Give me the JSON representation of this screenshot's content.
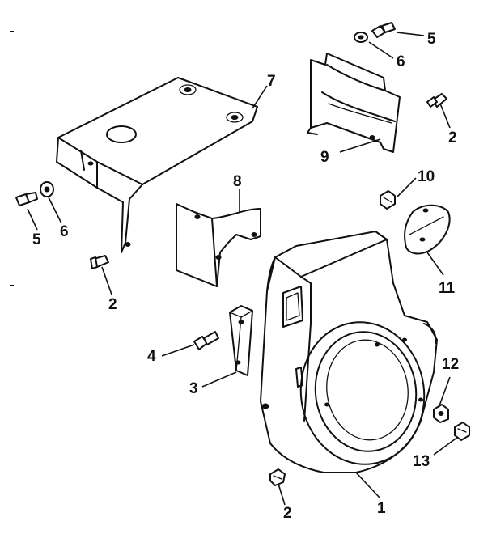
{
  "callouts": {
    "c1": "1",
    "c2a": "2",
    "c2b": "2",
    "c2c": "2",
    "c3": "3",
    "c4": "4",
    "c5a": "5",
    "c5b": "5",
    "c6a": "6",
    "c6b": "6",
    "c7": "7",
    "c8": "8",
    "c9": "9",
    "c10": "10",
    "c11": "11",
    "c12": "12",
    "c13": "13"
  }
}
